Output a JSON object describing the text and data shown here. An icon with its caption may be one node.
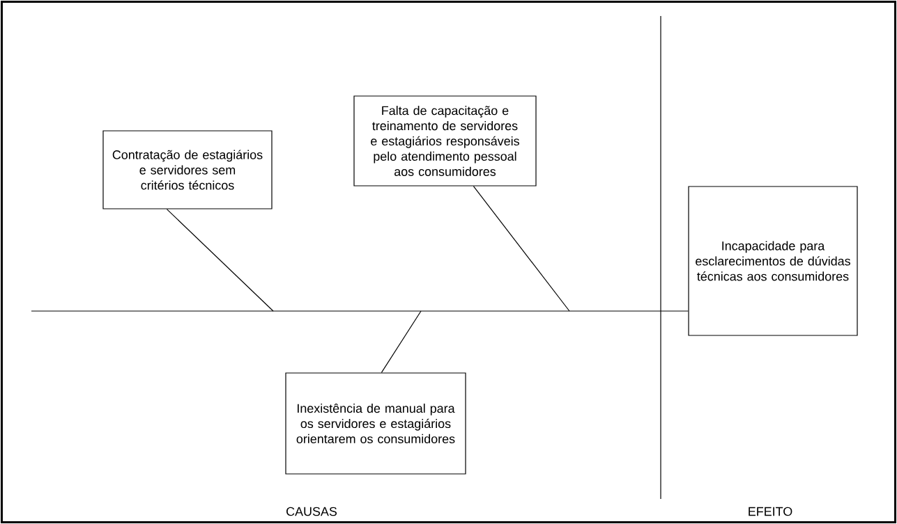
{
  "diagram": {
    "nodes": [
      {
        "text": [
          "Contratação de estagiários e servidores sem critérios técnicos"
        ]
      },
      {
        "text": [
          "Falta de capacitação e treinamento de servidores e estagiários responsáveis pelo atendimento pessoal aos consumidores"
        ]
      },
      {
        "text": [
          "Inexistência de manual para os servidores e estagiários orientarem os consumidores"
        ]
      },
      {
        "text": [
          "Incapacidade para esclarecimentos de dúvidas técnicas aos consumidores"
        ]
      }
    ],
    "edges": [
      {
        "from": null,
        "to": 3,
        "arrow": "none"
      },
      {
        "from": 0,
        "to": null,
        "arrow": "none"
      },
      {
        "from": 1,
        "to": null,
        "arrow": "none"
      },
      {
        "from": 2,
        "to": null,
        "arrow": "none"
      }
    ],
    "labels": [
      "CAUSAS",
      "EFEITO"
    ]
  }
}
